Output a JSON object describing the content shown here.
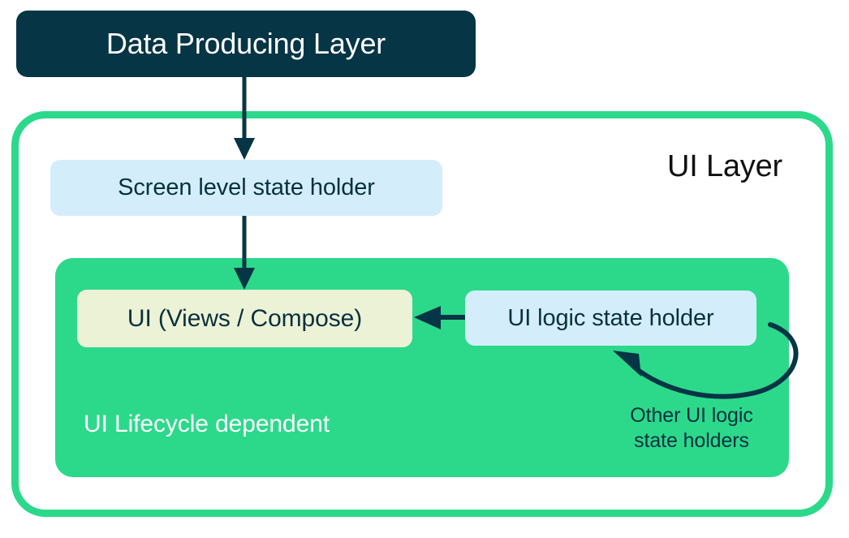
{
  "diagram": {
    "title": "Android UI Layer architecture",
    "colors": {
      "dark_teal": "#063545",
      "green": "#2CD98B",
      "light_blue": "#D3EEFA",
      "cream": "#ECF2D5",
      "text_dark": "#09303F",
      "white": "#FFFFFF",
      "black": "#111111"
    },
    "nodes": {
      "data_producing_layer": "Data Producing Layer",
      "ui_layer_title": "UI Layer",
      "screen_level_state_holder": "Screen level state holder",
      "ui_views_compose": "UI (Views / Compose)",
      "ui_logic_state_holder": "UI logic state holder",
      "ui_lifecycle_dependent": "UI Lifecycle dependent",
      "other_holders_line1": "Other UI logic",
      "other_holders_line2": "state holders"
    },
    "arrows": [
      {
        "name": "data-producing-to-screen-state",
        "from": "Data Producing Layer",
        "to": "Screen level state holder",
        "direction": "down"
      },
      {
        "name": "screen-state-to-ui",
        "from": "Screen level state holder",
        "to": "UI (Views / Compose)",
        "direction": "down"
      },
      {
        "name": "ui-logic-to-ui",
        "from": "UI logic state holder",
        "to": "UI (Views / Compose)",
        "direction": "left"
      },
      {
        "name": "ui-logic-self-loop",
        "from": "UI logic state holder",
        "to": "Other UI logic state holders",
        "direction": "curved-loop"
      }
    ]
  }
}
